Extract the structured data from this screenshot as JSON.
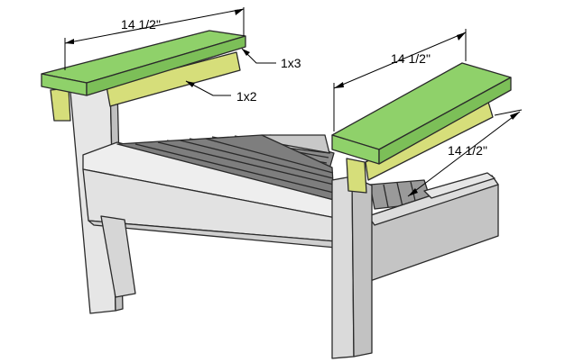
{
  "dimensions": {
    "left_arm_width": "14 1/2\"",
    "right_arm_width": "14 1/2\"",
    "right_support_width": "14 1/2\""
  },
  "callouts": {
    "arm_top_board": "1x3",
    "arm_support_board": "1x2"
  },
  "colors": {
    "arm_top": "#8fd16a",
    "arm_support": "#d6de7a",
    "wood_light": "#e2e2e2",
    "wood_shade": "#bdbdbd",
    "slat_dark": "#8a8a8a"
  }
}
